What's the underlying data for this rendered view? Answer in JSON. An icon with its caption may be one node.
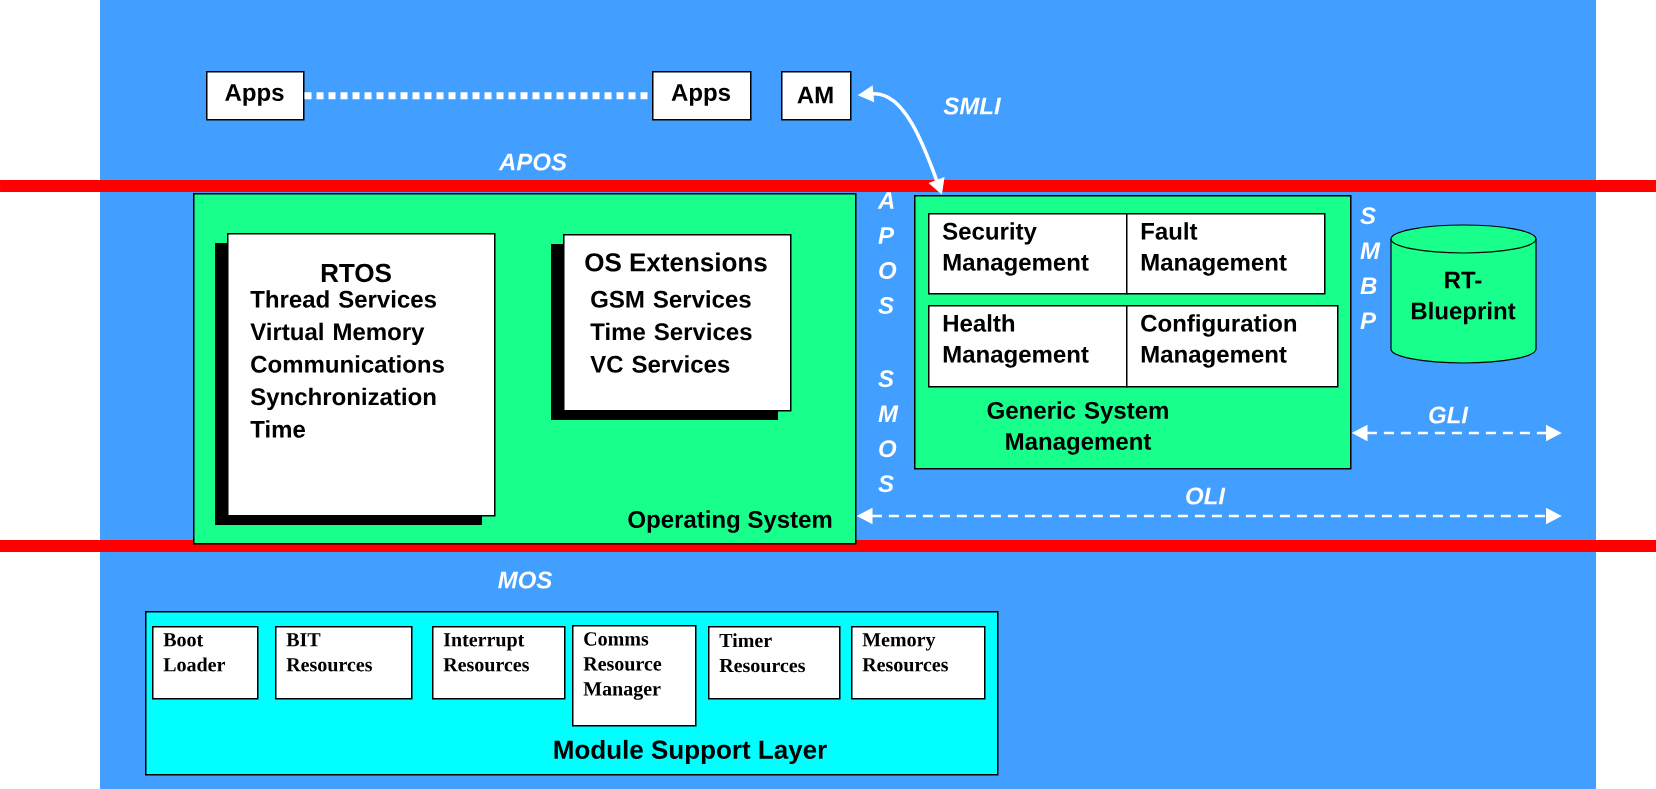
{
  "diagram": {
    "nodes": [
      {
        "text": [
          "Apps"
        ]
      },
      {
        "text": [
          "Apps"
        ]
      },
      {
        "text": [
          "AM"
        ]
      },
      {
        "text": [
          "Operating System"
        ]
      },
      {
        "text": [
          "RTOS",
          "Thread Services Virtual Memory Communications Synchronization Time"
        ],
        "in": 3
      },
      {
        "text": [
          "OS Extensions",
          "GSM Services Time Services VC Services"
        ],
        "in": 3
      },
      {
        "text": [
          "Generic System Management"
        ]
      },
      {
        "text": [
          "Security Management"
        ],
        "in": 6
      },
      {
        "text": [
          "Fault Management"
        ],
        "in": 6
      },
      {
        "text": [
          "Health Management"
        ],
        "in": 6
      },
      {
        "text": [
          "Configuration Management"
        ],
        "in": 6
      },
      {
        "text": [
          "RT- Blueprint"
        ]
      },
      {
        "text": [
          "Module Support Layer"
        ]
      },
      {
        "text": [
          "Boot Loader"
        ],
        "in": 12
      },
      {
        "text": [
          "BIT Resources"
        ],
        "in": 12
      },
      {
        "text": [
          "Interrupt Resources"
        ],
        "in": 12
      },
      {
        "text": [
          "Comms Resource Manager"
        ],
        "in": 12
      },
      {
        "text": [
          "Timer Resources"
        ],
        "in": 12
      },
      {
        "text": [
          "Memory Resources"
        ],
        "in": 12
      }
    ],
    "edges": [
      {
        "from": 0,
        "to": 1,
        "arrow": "none",
        "style": "dashed"
      },
      {
        "from": 2,
        "to": 6,
        "arrow": "both",
        "label": "SMLI"
      },
      {
        "from": 6,
        "to": null,
        "arrow": "both",
        "label": "GLI",
        "style": "dashed"
      },
      {
        "from": 3,
        "to": null,
        "arrow": "both",
        "label": "OLI",
        "style": "dashed"
      }
    ],
    "labels": [
      "APOS",
      "A P O S",
      "S M B P",
      "S M O S",
      "MOS"
    ]
  }
}
